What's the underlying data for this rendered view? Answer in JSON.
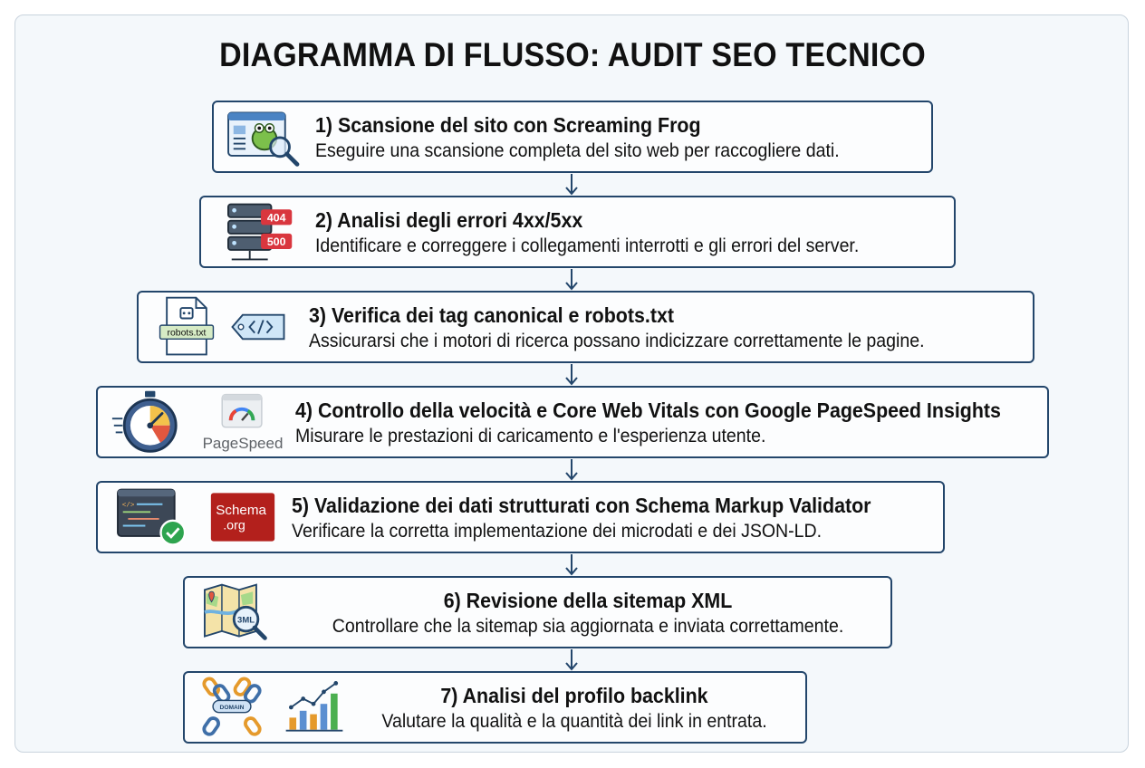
{
  "title": "DIAGRAMMA DI FLUSSO: AUDIT SEO TECNICO",
  "steps": [
    {
      "heading": "1) Scansione del sito con Screaming Frog",
      "description": "Eseguire una scansione completa del sito web per raccogliere dati.",
      "icons": [
        "browser-window-icon",
        "frog-icon",
        "magnifier-icon"
      ]
    },
    {
      "heading": "2) Analisi degli errori 4xx/5xx",
      "description": "Identificare e correggere i collegamenti interrotti e gli errori del server.",
      "icons": [
        "server-rack-icon"
      ],
      "badges": [
        "404",
        "500"
      ]
    },
    {
      "heading": "3) Verifica dei tag canonical e robots.txt",
      "description": "Assicurarsi che i motori di ricerca possano indicizzare correttamente le pagine.",
      "icons": [
        "robots-file-icon",
        "code-tag-icon"
      ],
      "file_label": "robots.txt"
    },
    {
      "heading": "4) Controllo della velocità e Core Web Vitals con Google PageSpeed Insights",
      "description": "Misurare le prestazioni di caricamento e l'esperienza utente.",
      "icons": [
        "stopwatch-icon",
        "pagespeed-logo-icon"
      ],
      "logo_label": "PageSpeed"
    },
    {
      "heading": "5) Validazione dei dati strutturati con Schema Markup Validator",
      "description": "Verificare la corretta implementazione dei microdati e dei JSON-LD.",
      "icons": [
        "code-editor-check-icon",
        "schema-org-logo-icon"
      ],
      "logo_line1": "Schema",
      "logo_line2": ".org"
    },
    {
      "heading": "6) Revisione della sitemap XML",
      "description": "Controllare che la sitemap sia aggiornata e inviata correttamente.",
      "icons": [
        "map-xml-magnifier-icon"
      ],
      "map_label": "3ML"
    },
    {
      "heading": "7) Analisi del profilo backlink",
      "description": "Valutare la qualità e la quantità dei link in entrata.",
      "icons": [
        "chain-links-icon",
        "bar-chart-icon"
      ],
      "chain_label": "DOMAIN"
    }
  ],
  "colors": {
    "border": "#23466b",
    "frame_bg": "#f4f8fb",
    "arrow": "#23466b",
    "badge_red": "#d9363e",
    "schema_red": "#b3201c"
  }
}
